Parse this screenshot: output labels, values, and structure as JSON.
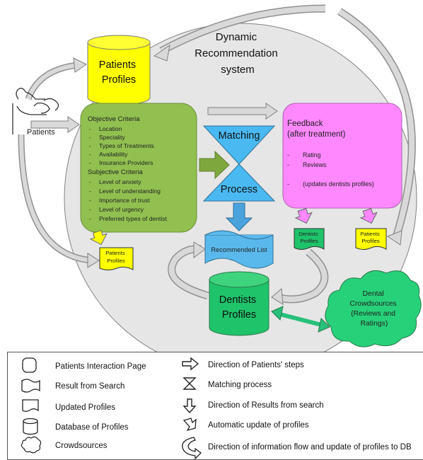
{
  "system_title": [
    "Dynamic",
    "Recommendation",
    "system"
  ],
  "patients_profiles_db": [
    "Patients",
    "Profiles"
  ],
  "patients_label": "Patients",
  "criteria": {
    "objective_title": "Objective Criteria",
    "objective_items": [
      "Location",
      "Speciality",
      "Types of Treatments",
      "Availability",
      "Insurance Providers"
    ],
    "subjective_title": "Subjective Criteria",
    "subjective_items": [
      "Level of anxiety",
      "Level of understanding",
      "Importance of trust",
      "Level of urgency",
      "Preferred types of dentist"
    ]
  },
  "matching": {
    "top": "Matching",
    "bottom": "Process"
  },
  "feedback": {
    "title": "Feedback",
    "subtitle": "(after treatment)",
    "items": [
      "Rating",
      "Reviews"
    ],
    "note": "(updates dentists profiles)"
  },
  "recommended_list": "Recommended List",
  "dentists_profiles_db": [
    "Dentists",
    "Profiles"
  ],
  "small_patients_profiles": [
    "Patients",
    "Profiles"
  ],
  "small_dentists_profiles": [
    "Dentists",
    "Profiles"
  ],
  "small_patients_profiles_right": [
    "Patients",
    "Profiles"
  ],
  "crowdsources": [
    "Dental",
    "Crowdsources",
    "(Reviews and",
    "Ratings)"
  ],
  "legend": {
    "left": [
      "Patients Interaction Page",
      "Result from Search",
      "Updated Profiles",
      "Database of Profiles",
      "Crowdsources"
    ],
    "right": [
      "Direction of  Patients' steps",
      "Matching process",
      "Direction of  Results from search",
      "Automatic update of profiles",
      "Direction of information flow and  update of profiles to DB"
    ]
  },
  "colors": {
    "ellipse": "#e6e6e6",
    "criteria_green": "#92c050",
    "db_yellow": "#ffff00",
    "db_green": "#1fc36a",
    "matching_blue": "#4ab9f2",
    "feedback_pink": "#ff88ff",
    "list_blue": "#5ab9ec",
    "crowd_green": "#27d17a"
  }
}
